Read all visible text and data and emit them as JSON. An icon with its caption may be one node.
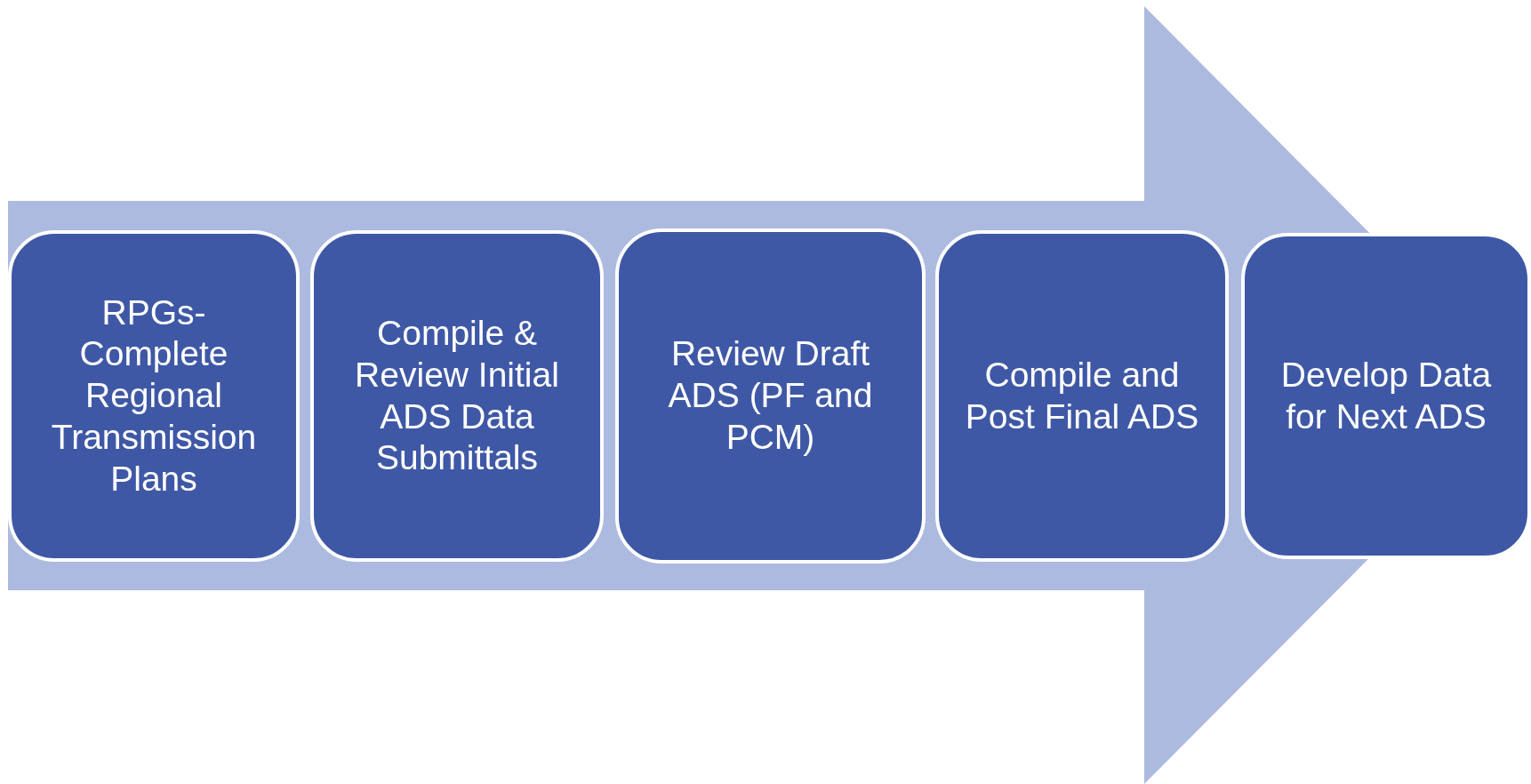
{
  "diagram": {
    "nodes": [
      {
        "text": [
          "RPGs- Complete Regional Transmission Plans"
        ]
      },
      {
        "text": [
          "Compile & Review Initial ADS Data Submittals"
        ]
      },
      {
        "text": [
          "Review Draft ADS (PF and PCM)"
        ]
      },
      {
        "text": [
          "Compile and Post Final ADS"
        ]
      },
      {
        "text": [
          "Develop Data for Next ADS"
        ]
      }
    ],
    "edges": [
      {
        "from": 0,
        "to": 4,
        "arrow": "to"
      }
    ]
  }
}
